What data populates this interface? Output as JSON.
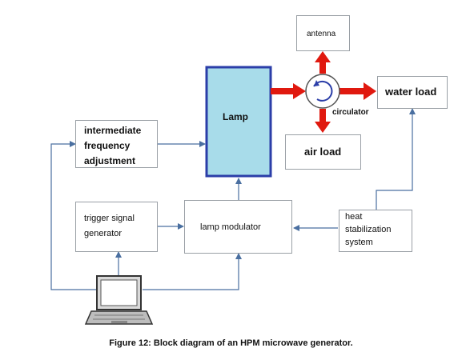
{
  "nodes": {
    "lamp": "Lamp",
    "antenna": "antenna",
    "water_load": "water load",
    "air_load": "air load",
    "circulator": "circulator",
    "if_adjust": [
      "intermediate",
      "frequency",
      "adjustment"
    ],
    "trigger": [
      "trigger signal",
      "generator"
    ],
    "lamp_modulator": "lamp modulator",
    "heat_stab": [
      "heat",
      "stabilization",
      "system"
    ]
  },
  "caption": "Figure 12: Block diagram of an HPM microwave generator.",
  "colors": {
    "lamp_fill": "#a8dcea",
    "lamp_border": "#2b3ea8",
    "arrow_red": "#e0190f",
    "line_blue": "#4a6fa0",
    "box_border": "#9aa0a6"
  },
  "icons": {
    "computer": "laptop-icon",
    "circulator": "circulator-icon"
  }
}
